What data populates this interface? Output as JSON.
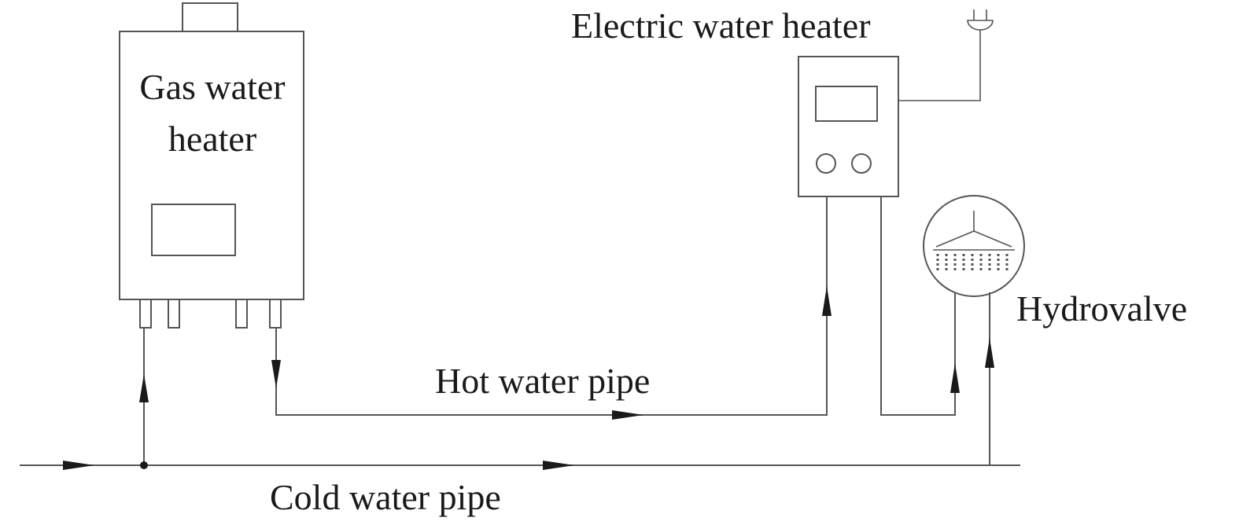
{
  "labels": {
    "gas_heater_line1": "Gas water",
    "gas_heater_line2": "heater",
    "electric_heater": "Electric water heater",
    "hydrovalve": "Hydrovalve",
    "hot_pipe": "Hot water pipe",
    "cold_pipe": "Cold water pipe"
  },
  "colors": {
    "line": "#555555",
    "text": "#1a1a1a",
    "background": "#ffffff"
  },
  "icons": {
    "power_plug": "plug-icon",
    "shower_head": "shower-head-icon"
  }
}
